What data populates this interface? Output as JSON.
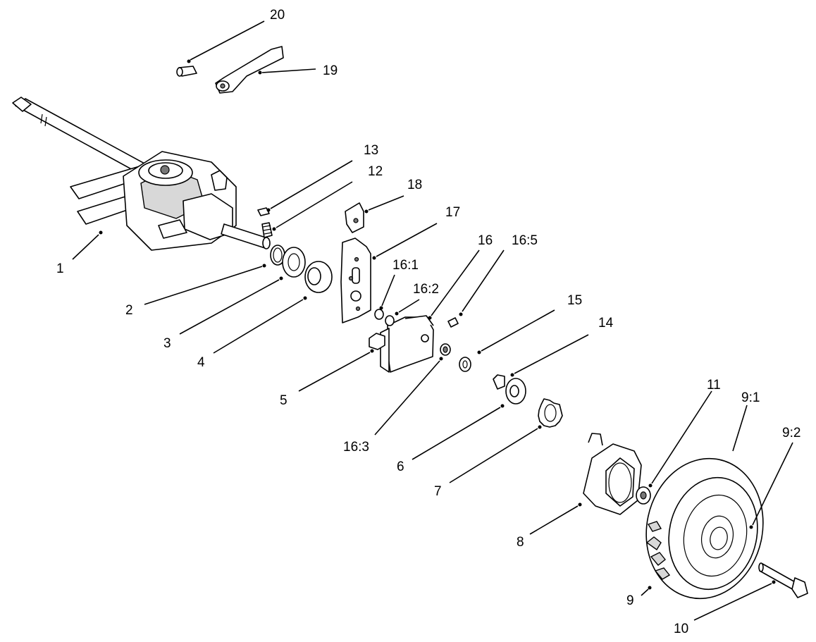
{
  "callouts": [
    {
      "id": "1",
      "label": "1"
    },
    {
      "id": "2",
      "label": "2"
    },
    {
      "id": "3",
      "label": "3"
    },
    {
      "id": "4",
      "label": "4"
    },
    {
      "id": "5",
      "label": "5"
    },
    {
      "id": "6",
      "label": "6"
    },
    {
      "id": "7",
      "label": "7"
    },
    {
      "id": "8",
      "label": "8"
    },
    {
      "id": "9",
      "label": "9"
    },
    {
      "id": "9-1",
      "label": "9:1"
    },
    {
      "id": "9-2",
      "label": "9:2"
    },
    {
      "id": "10",
      "label": "10"
    },
    {
      "id": "11",
      "label": "11"
    },
    {
      "id": "12",
      "label": "12"
    },
    {
      "id": "13",
      "label": "13"
    },
    {
      "id": "14",
      "label": "14"
    },
    {
      "id": "15",
      "label": "15"
    },
    {
      "id": "16",
      "label": "16"
    },
    {
      "id": "16-1",
      "label": "16:1"
    },
    {
      "id": "16-2",
      "label": "16:2"
    },
    {
      "id": "16-3",
      "label": "16:3"
    },
    {
      "id": "16-5",
      "label": "16:5"
    },
    {
      "id": "17",
      "label": "17"
    },
    {
      "id": "18",
      "label": "18"
    },
    {
      "id": "19",
      "label": "19"
    },
    {
      "id": "20",
      "label": "20"
    }
  ]
}
